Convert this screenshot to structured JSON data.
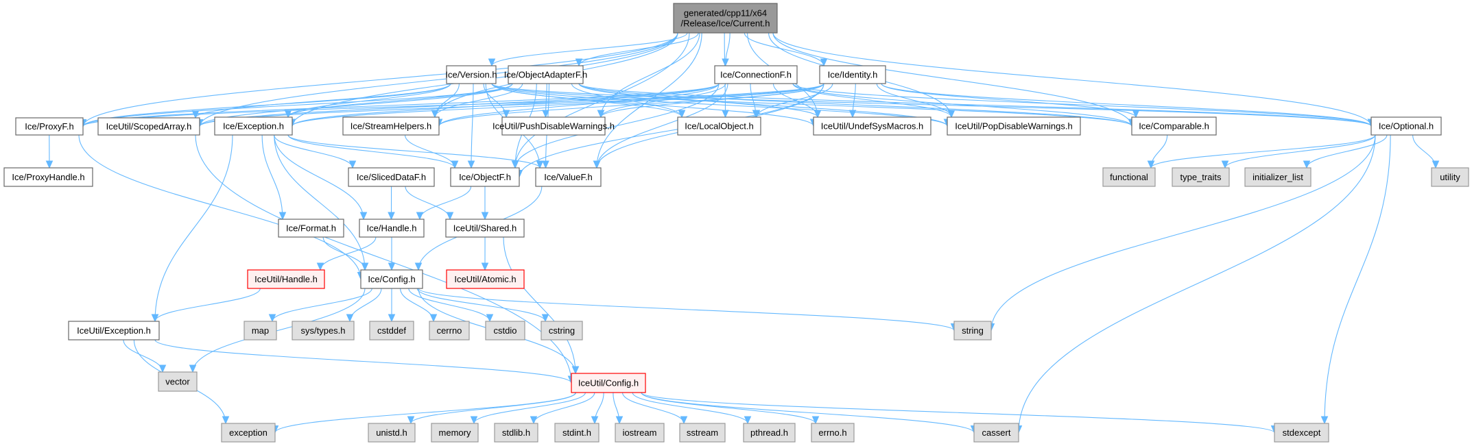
{
  "title": "generated/cpp11/x64/Release/Ice/Current.h include dependency graph",
  "legend_colors": {
    "edge": "#63b8ff",
    "root_fill": "#999999",
    "normal_fill": "#ffffff",
    "system_fill": "#e0e0e0",
    "incomplete_border": "#ff0000"
  },
  "nodes": [
    {
      "id": "current",
      "label": [
        "generated/cpp11/x64",
        "/Release/Ice/Current.h"
      ],
      "kind": "root"
    },
    {
      "id": "version",
      "label": [
        "Ice/Version.h"
      ],
      "kind": "normal"
    },
    {
      "id": "objectadapterf",
      "label": [
        "Ice/ObjectAdapterF.h"
      ],
      "kind": "normal"
    },
    {
      "id": "connectionf",
      "label": [
        "Ice/ConnectionF.h"
      ],
      "kind": "normal"
    },
    {
      "id": "identity",
      "label": [
        "Ice/Identity.h"
      ],
      "kind": "normal"
    },
    {
      "id": "proxyf",
      "label": [
        "Ice/ProxyF.h"
      ],
      "kind": "normal"
    },
    {
      "id": "scopedarray",
      "label": [
        "IceUtil/ScopedArray.h"
      ],
      "kind": "normal"
    },
    {
      "id": "exception",
      "label": [
        "Ice/Exception.h"
      ],
      "kind": "normal"
    },
    {
      "id": "streamhelpers",
      "label": [
        "Ice/StreamHelpers.h"
      ],
      "kind": "normal"
    },
    {
      "id": "pushdisable",
      "label": [
        "IceUtil/PushDisableWarnings.h"
      ],
      "kind": "normal"
    },
    {
      "id": "localobject",
      "label": [
        "Ice/LocalObject.h"
      ],
      "kind": "normal"
    },
    {
      "id": "undefsys",
      "label": [
        "IceUtil/UndefSysMacros.h"
      ],
      "kind": "normal"
    },
    {
      "id": "popdisable",
      "label": [
        "IceUtil/PopDisableWarnings.h"
      ],
      "kind": "normal"
    },
    {
      "id": "comparable",
      "label": [
        "Ice/Comparable.h"
      ],
      "kind": "normal"
    },
    {
      "id": "optional",
      "label": [
        "Ice/Optional.h"
      ],
      "kind": "normal"
    },
    {
      "id": "proxyhandle",
      "label": [
        "Ice/ProxyHandle.h"
      ],
      "kind": "normal"
    },
    {
      "id": "sliceddataf",
      "label": [
        "Ice/SlicedDataF.h"
      ],
      "kind": "normal"
    },
    {
      "id": "objectf",
      "label": [
        "Ice/ObjectF.h"
      ],
      "kind": "normal"
    },
    {
      "id": "valuef",
      "label": [
        "Ice/ValueF.h"
      ],
      "kind": "normal"
    },
    {
      "id": "functional",
      "label": [
        "functional"
      ],
      "kind": "system"
    },
    {
      "id": "type_traits",
      "label": [
        "type_traits"
      ],
      "kind": "system"
    },
    {
      "id": "initializer_list",
      "label": [
        "initializer_list"
      ],
      "kind": "system"
    },
    {
      "id": "utility",
      "label": [
        "utility"
      ],
      "kind": "system"
    },
    {
      "id": "format",
      "label": [
        "Ice/Format.h"
      ],
      "kind": "normal"
    },
    {
      "id": "handle",
      "label": [
        "Ice/Handle.h"
      ],
      "kind": "normal"
    },
    {
      "id": "shared",
      "label": [
        "IceUtil/Shared.h"
      ],
      "kind": "normal"
    },
    {
      "id": "iuhandle",
      "label": [
        "IceUtil/Handle.h"
      ],
      "kind": "incomplete"
    },
    {
      "id": "config",
      "label": [
        "Ice/Config.h"
      ],
      "kind": "normal"
    },
    {
      "id": "atomic",
      "label": [
        "IceUtil/Atomic.h"
      ],
      "kind": "incomplete"
    },
    {
      "id": "iuexception",
      "label": [
        "IceUtil/Exception.h"
      ],
      "kind": "normal"
    },
    {
      "id": "map",
      "label": [
        "map"
      ],
      "kind": "system"
    },
    {
      "id": "systypes",
      "label": [
        "sys/types.h"
      ],
      "kind": "system"
    },
    {
      "id": "cstddef",
      "label": [
        "cstddef"
      ],
      "kind": "system"
    },
    {
      "id": "cerrno",
      "label": [
        "cerrno"
      ],
      "kind": "system"
    },
    {
      "id": "cstdio",
      "label": [
        "cstdio"
      ],
      "kind": "system"
    },
    {
      "id": "cstring",
      "label": [
        "cstring"
      ],
      "kind": "system"
    },
    {
      "id": "string",
      "label": [
        "string"
      ],
      "kind": "system"
    },
    {
      "id": "vector",
      "label": [
        "vector"
      ],
      "kind": "system"
    },
    {
      "id": "iuconfig",
      "label": [
        "IceUtil/Config.h"
      ],
      "kind": "incomplete"
    },
    {
      "id": "exception_std",
      "label": [
        "exception"
      ],
      "kind": "system"
    },
    {
      "id": "unistd",
      "label": [
        "unistd.h"
      ],
      "kind": "system"
    },
    {
      "id": "memory",
      "label": [
        "memory"
      ],
      "kind": "system"
    },
    {
      "id": "stdlib",
      "label": [
        "stdlib.h"
      ],
      "kind": "system"
    },
    {
      "id": "stdint",
      "label": [
        "stdint.h"
      ],
      "kind": "system"
    },
    {
      "id": "iostream",
      "label": [
        "iostream"
      ],
      "kind": "system"
    },
    {
      "id": "sstream",
      "label": [
        "sstream"
      ],
      "kind": "system"
    },
    {
      "id": "pthread",
      "label": [
        "pthread.h"
      ],
      "kind": "system"
    },
    {
      "id": "errno",
      "label": [
        "errno.h"
      ],
      "kind": "system"
    },
    {
      "id": "cassert",
      "label": [
        "cassert"
      ],
      "kind": "system"
    },
    {
      "id": "stdexcept",
      "label": [
        "stdexcept"
      ],
      "kind": "system"
    }
  ],
  "edges": [
    [
      "current",
      "version"
    ],
    [
      "current",
      "objectadapterf"
    ],
    [
      "current",
      "connectionf"
    ],
    [
      "current",
      "identity"
    ],
    [
      "current",
      "proxyf"
    ],
    [
      "current",
      "scopedarray"
    ],
    [
      "current",
      "exception"
    ],
    [
      "current",
      "streamhelpers"
    ],
    [
      "current",
      "pushdisable"
    ],
    [
      "current",
      "localobject"
    ],
    [
      "current",
      "undefsys"
    ],
    [
      "current",
      "popdisable"
    ],
    [
      "current",
      "comparable"
    ],
    [
      "current",
      "optional"
    ],
    [
      "current",
      "objectf"
    ],
    [
      "current",
      "valuef"
    ],
    [
      "version",
      "proxyf"
    ],
    [
      "version",
      "scopedarray"
    ],
    [
      "version",
      "exception"
    ],
    [
      "version",
      "streamhelpers"
    ],
    [
      "version",
      "pushdisable"
    ],
    [
      "version",
      "localobject"
    ],
    [
      "version",
      "undefsys"
    ],
    [
      "version",
      "popdisable"
    ],
    [
      "version",
      "comparable"
    ],
    [
      "version",
      "optional"
    ],
    [
      "version",
      "objectf"
    ],
    [
      "version",
      "valuef"
    ],
    [
      "objectadapterf",
      "proxyf"
    ],
    [
      "objectadapterf",
      "scopedarray"
    ],
    [
      "objectadapterf",
      "exception"
    ],
    [
      "objectadapterf",
      "streamhelpers"
    ],
    [
      "objectadapterf",
      "pushdisable"
    ],
    [
      "objectadapterf",
      "localobject"
    ],
    [
      "objectadapterf",
      "undefsys"
    ],
    [
      "objectadapterf",
      "popdisable"
    ],
    [
      "objectadapterf",
      "comparable"
    ],
    [
      "objectadapterf",
      "optional"
    ],
    [
      "objectadapterf",
      "objectf"
    ],
    [
      "objectadapterf",
      "valuef"
    ],
    [
      "connectionf",
      "proxyf"
    ],
    [
      "connectionf",
      "scopedarray"
    ],
    [
      "connectionf",
      "exception"
    ],
    [
      "connectionf",
      "streamhelpers"
    ],
    [
      "connectionf",
      "pushdisable"
    ],
    [
      "connectionf",
      "localobject"
    ],
    [
      "connectionf",
      "undefsys"
    ],
    [
      "connectionf",
      "popdisable"
    ],
    [
      "connectionf",
      "comparable"
    ],
    [
      "connectionf",
      "optional"
    ],
    [
      "connectionf",
      "objectf"
    ],
    [
      "connectionf",
      "valuef"
    ],
    [
      "identity",
      "proxyf"
    ],
    [
      "identity",
      "scopedarray"
    ],
    [
      "identity",
      "exception"
    ],
    [
      "identity",
      "streamhelpers"
    ],
    [
      "identity",
      "pushdisable"
    ],
    [
      "identity",
      "localobject"
    ],
    [
      "identity",
      "undefsys"
    ],
    [
      "identity",
      "popdisable"
    ],
    [
      "identity",
      "comparable"
    ],
    [
      "identity",
      "optional"
    ],
    [
      "identity",
      "objectf"
    ],
    [
      "identity",
      "valuef"
    ],
    [
      "proxyf",
      "proxyhandle"
    ],
    [
      "proxyf",
      "config"
    ],
    [
      "scopedarray",
      "iuconfig"
    ],
    [
      "exception",
      "sliceddataf"
    ],
    [
      "exception",
      "objectf"
    ],
    [
      "exception",
      "valuef"
    ],
    [
      "exception",
      "format"
    ],
    [
      "exception",
      "handle"
    ],
    [
      "exception",
      "config"
    ],
    [
      "exception",
      "iuexception"
    ],
    [
      "streamhelpers",
      "objectf"
    ],
    [
      "sliceddataf",
      "handle"
    ],
    [
      "sliceddataf",
      "shared"
    ],
    [
      "objectf",
      "handle"
    ],
    [
      "objectf",
      "shared"
    ],
    [
      "valuef",
      "config"
    ],
    [
      "comparable",
      "functional"
    ],
    [
      "optional",
      "functional"
    ],
    [
      "optional",
      "type_traits"
    ],
    [
      "optional",
      "initializer_list"
    ],
    [
      "optional",
      "utility"
    ],
    [
      "optional",
      "string"
    ],
    [
      "optional",
      "cassert"
    ],
    [
      "optional",
      "stdexcept"
    ],
    [
      "format",
      "config"
    ],
    [
      "handle",
      "iuhandle"
    ],
    [
      "handle",
      "config"
    ],
    [
      "shared",
      "atomic"
    ],
    [
      "shared",
      "iuconfig"
    ],
    [
      "iuhandle",
      "iuexception"
    ],
    [
      "config",
      "map"
    ],
    [
      "config",
      "systypes"
    ],
    [
      "config",
      "cstddef"
    ],
    [
      "config",
      "cerrno"
    ],
    [
      "config",
      "cstdio"
    ],
    [
      "config",
      "cstring"
    ],
    [
      "config",
      "string"
    ],
    [
      "config",
      "vector"
    ],
    [
      "config",
      "iuconfig"
    ],
    [
      "iuexception",
      "vector"
    ],
    [
      "iuexception",
      "exception_std"
    ],
    [
      "iuexception",
      "iuconfig"
    ],
    [
      "iuconfig",
      "exception_std"
    ],
    [
      "iuconfig",
      "unistd"
    ],
    [
      "iuconfig",
      "memory"
    ],
    [
      "iuconfig",
      "stdlib"
    ],
    [
      "iuconfig",
      "stdint"
    ],
    [
      "iuconfig",
      "iostream"
    ],
    [
      "iuconfig",
      "sstream"
    ],
    [
      "iuconfig",
      "pthread"
    ],
    [
      "iuconfig",
      "errno"
    ],
    [
      "iuconfig",
      "cassert"
    ],
    [
      "iuconfig",
      "stdexcept"
    ]
  ]
}
